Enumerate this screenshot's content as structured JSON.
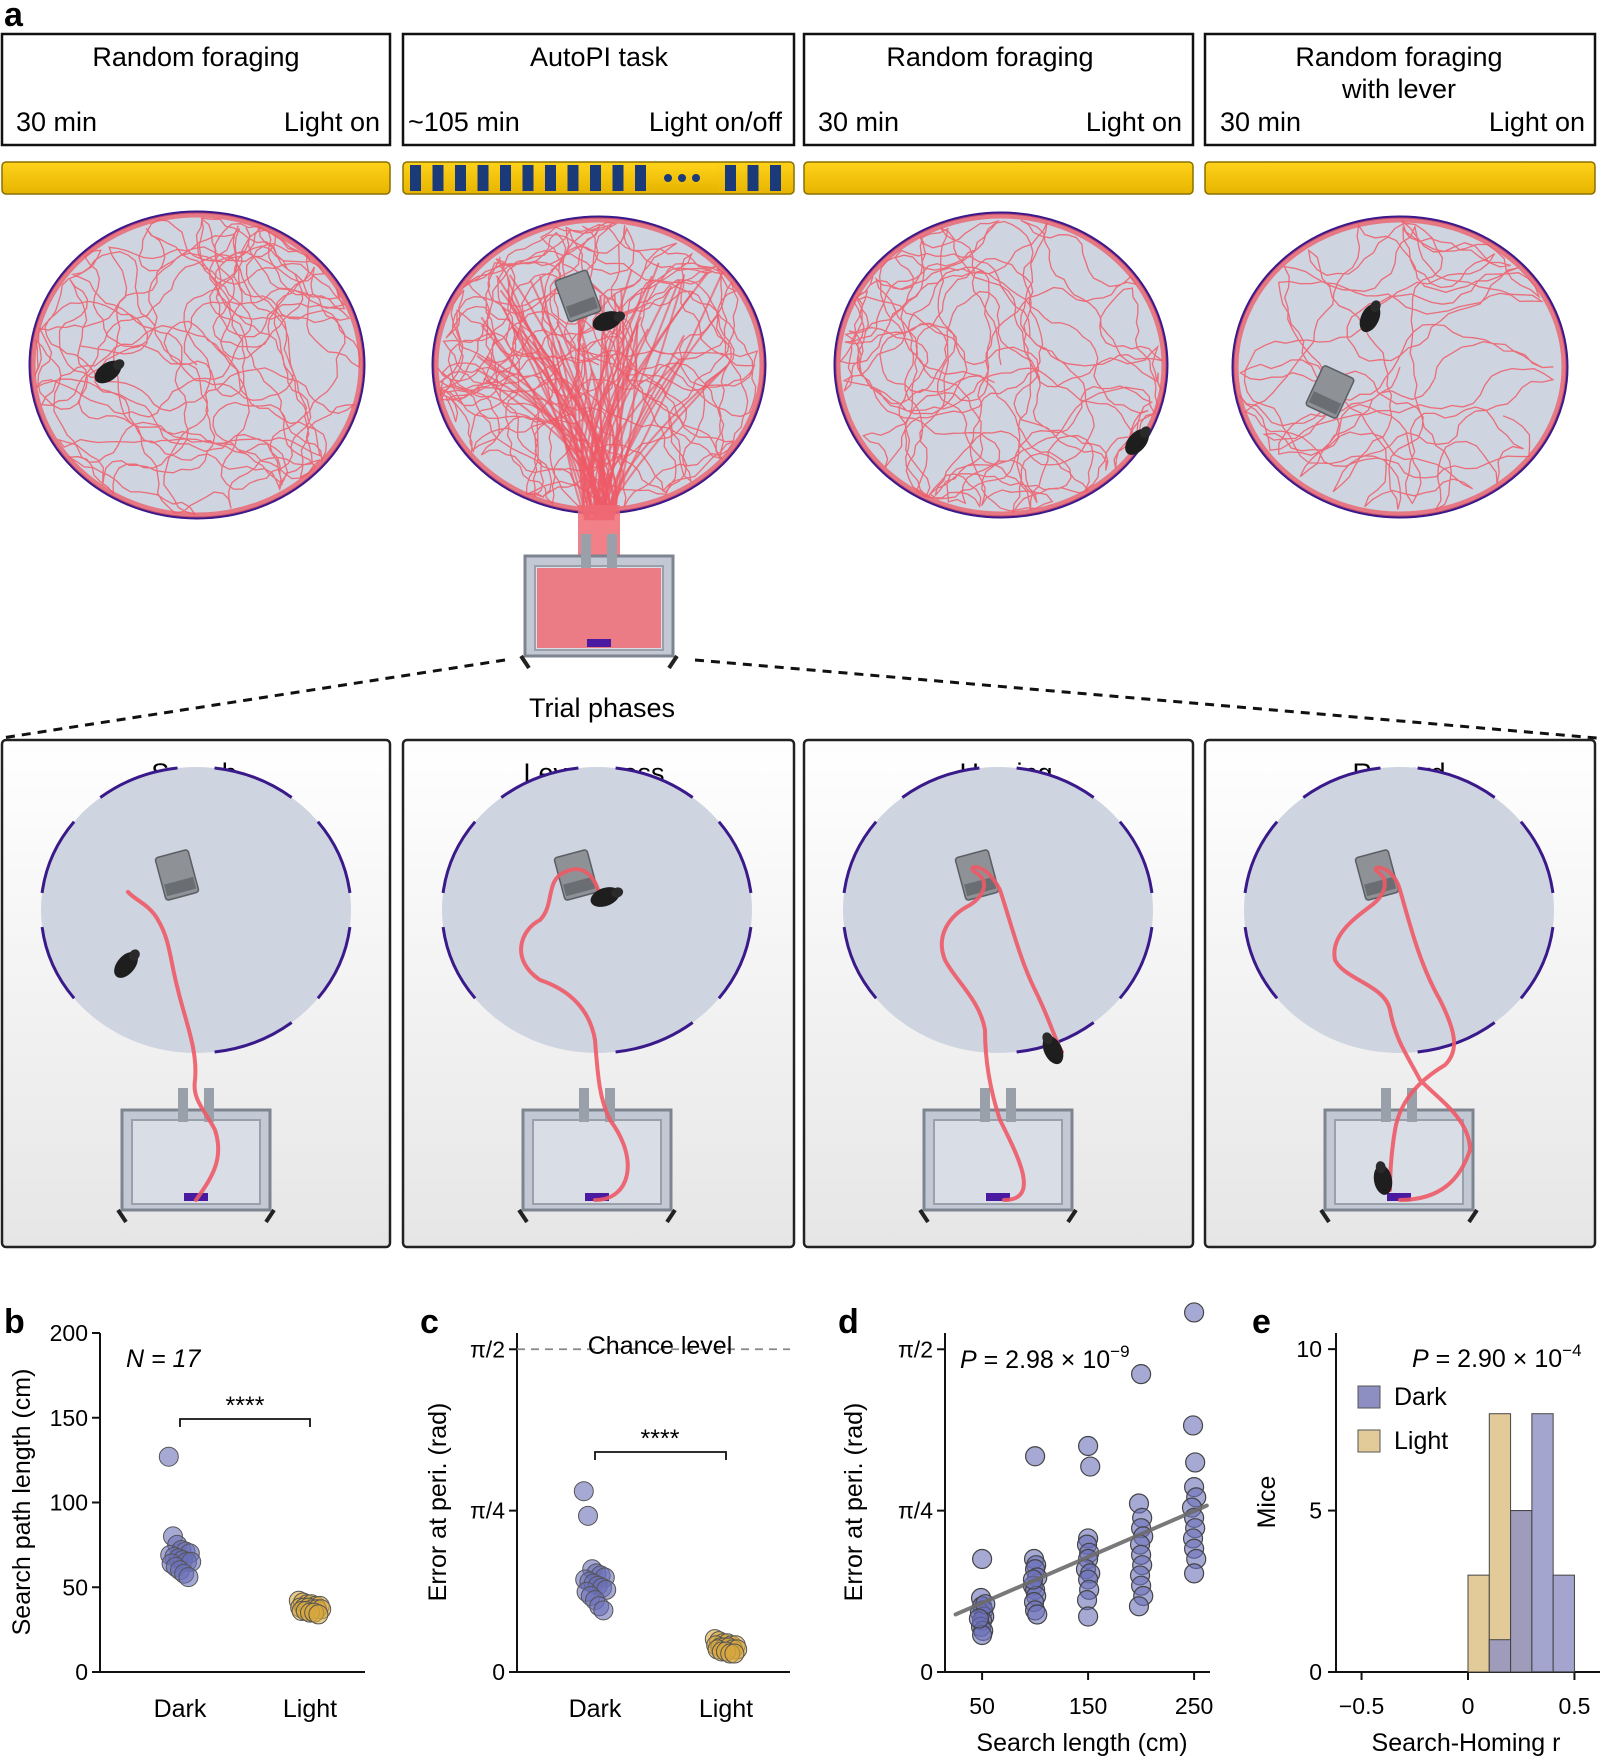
{
  "panel_labels": [
    "a",
    "b",
    "c",
    "d",
    "e"
  ],
  "sessions": [
    {
      "title": "Random foraging",
      "title2": "",
      "duration": "30 min",
      "light": "Light on",
      "bar": "light"
    },
    {
      "title": "AutoPI task",
      "title2": "",
      "duration": "~105 min",
      "light": "Light on/off",
      "bar": "alternating"
    },
    {
      "title": "Random foraging",
      "title2": "",
      "duration": "30 min",
      "light": "Light on",
      "bar": "light"
    },
    {
      "title": "Random foraging",
      "title2": "with lever",
      "duration": "30 min",
      "light": "Light on",
      "bar": "light"
    }
  ],
  "trial_phases_label": "Trial phases",
  "phases": [
    "Search",
    "Lever press",
    "Homing",
    "Reward"
  ],
  "colors": {
    "light_bar": "#f5c400",
    "dark_bar": "#1a3a7a",
    "path": "#ee5a66",
    "arena": "#ced4e0",
    "arena_rim": "#3a1a8a",
    "dark_dot": "#6a6fb8",
    "light_dot": "#d9a93d",
    "hist_dark": "#8d8fc2",
    "hist_light": "#e3cb99"
  },
  "chart_data": [
    {
      "panel": "b",
      "type": "scatter",
      "categories": [
        "Dark",
        "Light"
      ],
      "ylabel": "Search path length (cm)",
      "ylim": [
        0,
        200
      ],
      "yticks": [
        "0",
        "50",
        "100",
        "150",
        "200"
      ],
      "annotation": "N = 17",
      "significance": "****",
      "series": [
        {
          "values": [
            127,
            80,
            75,
            72,
            71,
            70,
            69,
            68,
            67,
            66,
            65,
            65,
            64,
            62,
            60,
            58,
            56
          ]
        },
        {
          "values": [
            42,
            41,
            40,
            40,
            39,
            39,
            38,
            38,
            38,
            37,
            37,
            37,
            36,
            36,
            35,
            35,
            34
          ]
        }
      ]
    },
    {
      "panel": "c",
      "type": "scatter",
      "categories": [
        "Dark",
        "Light"
      ],
      "ylabel": "Error at peri. (rad)",
      "ylim": [
        0,
        1.65
      ],
      "yticks": [
        {
          "value": 0,
          "label": "0"
        },
        {
          "value": 0.7854,
          "label": "π/4"
        },
        {
          "value": 1.5708,
          "label": "π/2"
        }
      ],
      "reference_line": {
        "value": 1.5708,
        "label": "Chance level"
      },
      "significance": "****",
      "series": [
        {
          "values": [
            0.88,
            0.76,
            0.5,
            0.48,
            0.47,
            0.46,
            0.45,
            0.44,
            0.43,
            0.42,
            0.41,
            0.4,
            0.39,
            0.37,
            0.35,
            0.32,
            0.3
          ]
        },
        {
          "values": [
            0.16,
            0.15,
            0.14,
            0.14,
            0.13,
            0.13,
            0.13,
            0.12,
            0.12,
            0.12,
            0.11,
            0.11,
            0.11,
            0.1,
            0.1,
            0.09,
            0.09
          ]
        }
      ]
    },
    {
      "panel": "d",
      "type": "scatter",
      "xlabel": "Search length (cm)",
      "ylabel": "Error at peri. (rad)",
      "xlim": [
        15,
        265
      ],
      "ylim": [
        0,
        1.65
      ],
      "xticks": [
        "50",
        "150",
        "250"
      ],
      "yticks": [
        {
          "value": 0,
          "label": "0"
        },
        {
          "value": 0.7854,
          "label": "π/4"
        },
        {
          "value": 1.5708,
          "label": "π/2"
        }
      ],
      "annotation": "P = 2.98 × 10",
      "annotation_exp": "−9",
      "fit": {
        "x": [
          25,
          262
        ],
        "y": [
          0.28,
          0.81
        ]
      },
      "points": [
        [
          50,
          0.55
        ],
        [
          49,
          0.36
        ],
        [
          50,
          0.32
        ],
        [
          51,
          0.3
        ],
        [
          48,
          0.29
        ],
        [
          52,
          0.27
        ],
        [
          50,
          0.25
        ],
        [
          49,
          0.22
        ],
        [
          51,
          0.2
        ],
        [
          50,
          0.18
        ],
        [
          53,
          0.33
        ],
        [
          47,
          0.26
        ],
        [
          100,
          1.05
        ],
        [
          99,
          0.55
        ],
        [
          101,
          0.52
        ],
        [
          100,
          0.5
        ],
        [
          102,
          0.46
        ],
        [
          98,
          0.42
        ],
        [
          100,
          0.4
        ],
        [
          101,
          0.37
        ],
        [
          99,
          0.34
        ],
        [
          100,
          0.3
        ],
        [
          102,
          0.28
        ],
        [
          98,
          0.45
        ],
        [
          150,
          1.1
        ],
        [
          152,
          1.0
        ],
        [
          150,
          0.65
        ],
        [
          149,
          0.62
        ],
        [
          151,
          0.58
        ],
        [
          150,
          0.55
        ],
        [
          148,
          0.5
        ],
        [
          152,
          0.48
        ],
        [
          150,
          0.45
        ],
        [
          151,
          0.4
        ],
        [
          149,
          0.35
        ],
        [
          150,
          0.27
        ],
        [
          200,
          1.45
        ],
        [
          198,
          0.82
        ],
        [
          201,
          0.75
        ],
        [
          200,
          0.7
        ],
        [
          202,
          0.66
        ],
        [
          199,
          0.62
        ],
        [
          200,
          0.57
        ],
        [
          201,
          0.52
        ],
        [
          199,
          0.47
        ],
        [
          200,
          0.42
        ],
        [
          202,
          0.37
        ],
        [
          198,
          0.32
        ],
        [
          250,
          1.75
        ],
        [
          249,
          1.2
        ],
        [
          251,
          1.02
        ],
        [
          250,
          0.9
        ],
        [
          252,
          0.85
        ],
        [
          248,
          0.8
        ],
        [
          250,
          0.75
        ],
        [
          251,
          0.7
        ],
        [
          249,
          0.65
        ],
        [
          250,
          0.6
        ],
        [
          252,
          0.55
        ],
        [
          250,
          0.48
        ]
      ]
    },
    {
      "panel": "e",
      "type": "bar",
      "xlabel": "Search-Homing r",
      "ylabel": "Mice",
      "xlim": [
        -0.62,
        0.62
      ],
      "ylim": [
        0,
        10.5
      ],
      "xticks": [
        "−0.5",
        "0",
        "0.5"
      ],
      "yticks": [
        "0",
        "5",
        "10"
      ],
      "annotation": "P = 2.90 × 10",
      "annotation_exp": "−4",
      "bin_width": 0.1,
      "series": [
        {
          "name": "Dark",
          "bin_starts": [
            0.1,
            0.2,
            0.3
          ],
          "values": [
            1,
            5,
            8
          ]
        },
        {
          "name": "Light",
          "bin_starts": [
            0.0,
            0.1,
            0.2
          ],
          "values": [
            3,
            8,
            5
          ]
        }
      ],
      "extra_bins": [
        {
          "series": "Dark",
          "bin_start": 0.4,
          "value": 3
        }
      ],
      "legend": [
        "Dark",
        "Light"
      ]
    }
  ]
}
